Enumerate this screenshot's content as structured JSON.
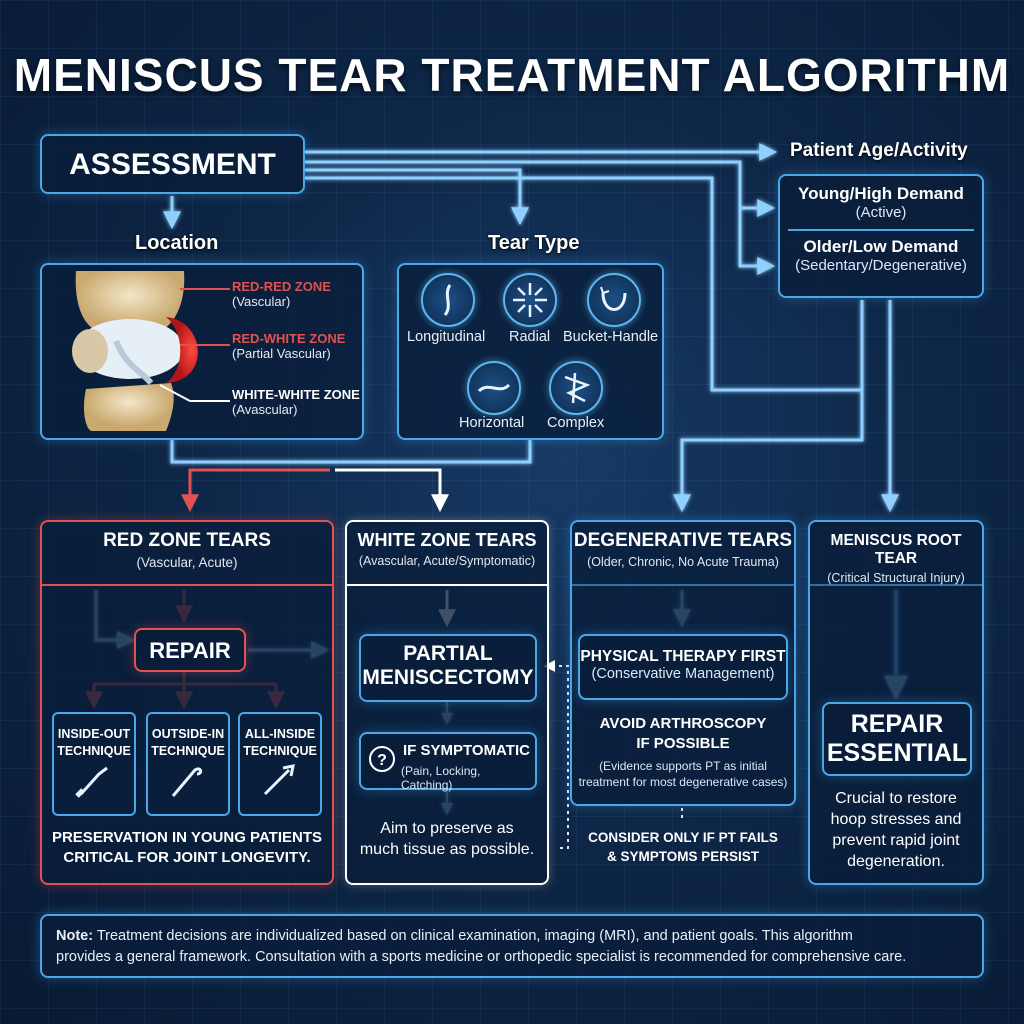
{
  "title": "MENISCUS TEAR TREATMENT ALGORITHM",
  "assessment": "ASSESSMENT",
  "patient": {
    "heading": "Patient Age/Activity",
    "young": "Young/High Demand",
    "young_sub": "(Active)",
    "older": "Older/Low Demand",
    "older_sub": "(Sedentary/Degenerative)"
  },
  "location": {
    "heading": "Location",
    "zones": [
      {
        "title": "RED-RED ZONE",
        "sub": "(Vascular)",
        "color": "#e0524f"
      },
      {
        "title": "RED-WHITE ZONE",
        "sub": "(Partial Vascular)",
        "color": "#e0524f"
      },
      {
        "title": "WHITE-WHITE ZONE",
        "sub": "(Avascular)",
        "color": "#ffffff"
      }
    ]
  },
  "tear_type": {
    "heading": "Tear Type",
    "types": [
      "Longitudinal",
      "Radial",
      "Bucket-Handle",
      "Horizontal",
      "Complex"
    ]
  },
  "red_zone": {
    "title": "RED ZONE TEARS",
    "sub": "(Vascular, Acute)",
    "repair": "REPAIR",
    "techniques": [
      {
        "l1": "INSIDE-OUT",
        "l2": "TECHNIQUE"
      },
      {
        "l1": "OUTSIDE-IN",
        "l2": "TECHNIQUE"
      },
      {
        "l1": "ALL-INSIDE",
        "l2": "TECHNIQUE"
      }
    ],
    "note1": "PRESERVATION IN YOUNG PATIENTS",
    "note2": "CRITICAL FOR JOINT LONGEVITY."
  },
  "white_zone": {
    "title": "WHITE ZONE TEARS",
    "sub": "(Avascular, Acute/Symptomatic)",
    "action1": "PARTIAL",
    "action2": "MENISCECTOMY",
    "cond": "IF SYMPTOMATIC",
    "cond_sub": "(Pain, Locking, Catching)",
    "note1": "Aim to preserve as",
    "note2": "much tissue as possible."
  },
  "degenerative": {
    "title": "DEGENERATIVE TEARS",
    "sub": "(Older, Chronic, No Acute Trauma)",
    "pt": "PHYSICAL THERAPY FIRST",
    "pt_sub": "(Conservative Management)",
    "avoid1": "AVOID ARTHROSCOPY",
    "avoid2": "IF POSSIBLE",
    "evidence1": "(Evidence supports PT as initial",
    "evidence2": "treatment for most degenerative cases)",
    "consider1": "CONSIDER ONLY IF PT FAILS",
    "consider2": "& SYMPTOMS PERSIST"
  },
  "root": {
    "title": "MENISCUS ROOT TEAR",
    "sub": "(Critical Structural Injury)",
    "repair1": "REPAIR",
    "repair2": "ESSENTIAL",
    "note1": "Crucial to restore",
    "note2": "hoop stresses and",
    "note3": "prevent rapid joint",
    "note4": "degeneration."
  },
  "footer": {
    "label": "Note:",
    "line1": "Treatment decisions are individualized based on clinical examination, imaging (MRI), and patient goals. This algorithm",
    "line2": "provides a general framework. Consultation with a sports medicine or orthopedic specialist is recommended for comprehensive care."
  },
  "colors": {
    "accent": "#4aa8e8",
    "red": "#e0524f",
    "bg": "#0e2748"
  }
}
